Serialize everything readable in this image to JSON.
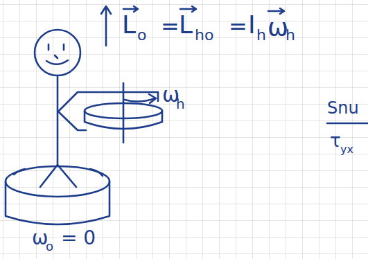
{
  "diagram": {
    "labels": [
      "L",
      "o",
      "=",
      "L",
      "ho",
      "=",
      "I",
      "h",
      "ω",
      "h",
      "ω",
      "h",
      "ω",
      "o",
      "= 0",
      "Snu",
      "τ",
      "yx"
    ]
  }
}
